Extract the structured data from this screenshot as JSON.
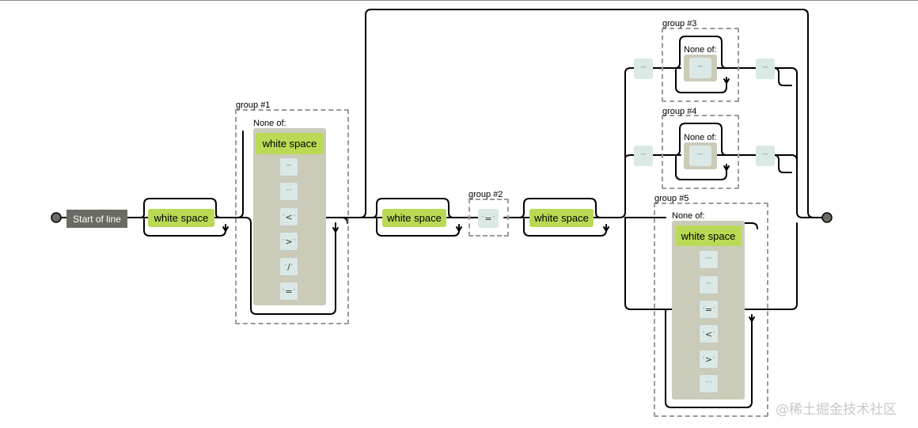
{
  "diagram": {
    "start_label": "Start of line",
    "white_space_label": "white space",
    "none_of_label": "None of:",
    "groups": {
      "g1": "group #1",
      "g2": "group #2",
      "g3": "group #3",
      "g4": "group #4",
      "g5": "group #5"
    },
    "group1_literals": [
      {
        "open": "",
        "char": "\"\"\"",
        "close": ""
      },
      {
        "open": "",
        "char": "\"'\"",
        "close": ""
      },
      {
        "open": "\"",
        "char": "<",
        "close": "\""
      },
      {
        "open": "\"",
        "char": ">",
        "close": "\""
      },
      {
        "open": "\"",
        "char": "/",
        "close": "\""
      },
      {
        "open": "\"",
        "char": "=",
        "close": "\""
      }
    ],
    "group2_literal": {
      "open": "\"",
      "char": "=",
      "close": "\""
    },
    "group3": {
      "before": "\"\"\"",
      "inner": "\"\"\"",
      "after": "\"\"\""
    },
    "group4": {
      "before": "\"'\"",
      "inner": "\"'\"",
      "after": "\"'\""
    },
    "group5_literals": [
      {
        "open": "",
        "char": "\"\"\"",
        "close": ""
      },
      {
        "open": "",
        "char": "\"'\"",
        "close": ""
      },
      {
        "open": "\"",
        "char": "=",
        "close": "\""
      },
      {
        "open": "\"",
        "char": "<",
        "close": "\""
      },
      {
        "open": "\"",
        "char": ">",
        "close": "\""
      },
      {
        "open": "",
        "char": "\"`\"",
        "close": ""
      }
    ]
  },
  "watermark": "@稀土掘金技术社区",
  "colors": {
    "rail": "#000000",
    "white_space_fill": "#bada55",
    "literal_fill": "#dae9e5",
    "charset_fill": "#cbcbba",
    "start_fill": "#6b6b63",
    "group_border": "#9a9a9a"
  }
}
